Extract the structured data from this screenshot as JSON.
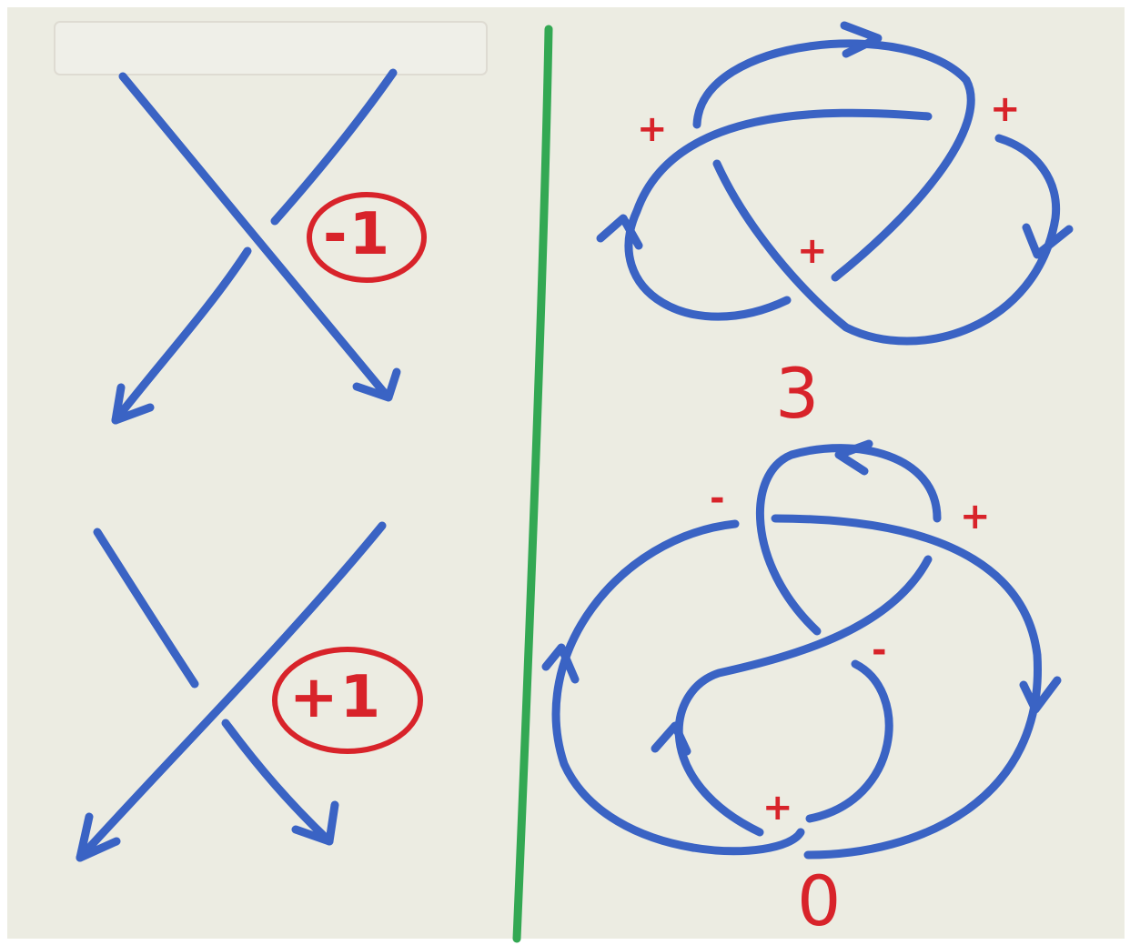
{
  "board": {
    "left": {
      "top_crossing": {
        "label": "-1"
      },
      "bottom_crossing": {
        "label": "+1"
      }
    },
    "right": {
      "trefoil": {
        "signs": [
          "+",
          "+",
          "+"
        ],
        "total": "3"
      },
      "figure_eight": {
        "signs": [
          "-",
          "+",
          "-",
          "+"
        ],
        "total": "0"
      }
    }
  },
  "colors": {
    "board": "#ecece2",
    "blue_marker": "#3a63c4",
    "red_marker": "#d8232a",
    "green_marker": "#33a853"
  }
}
